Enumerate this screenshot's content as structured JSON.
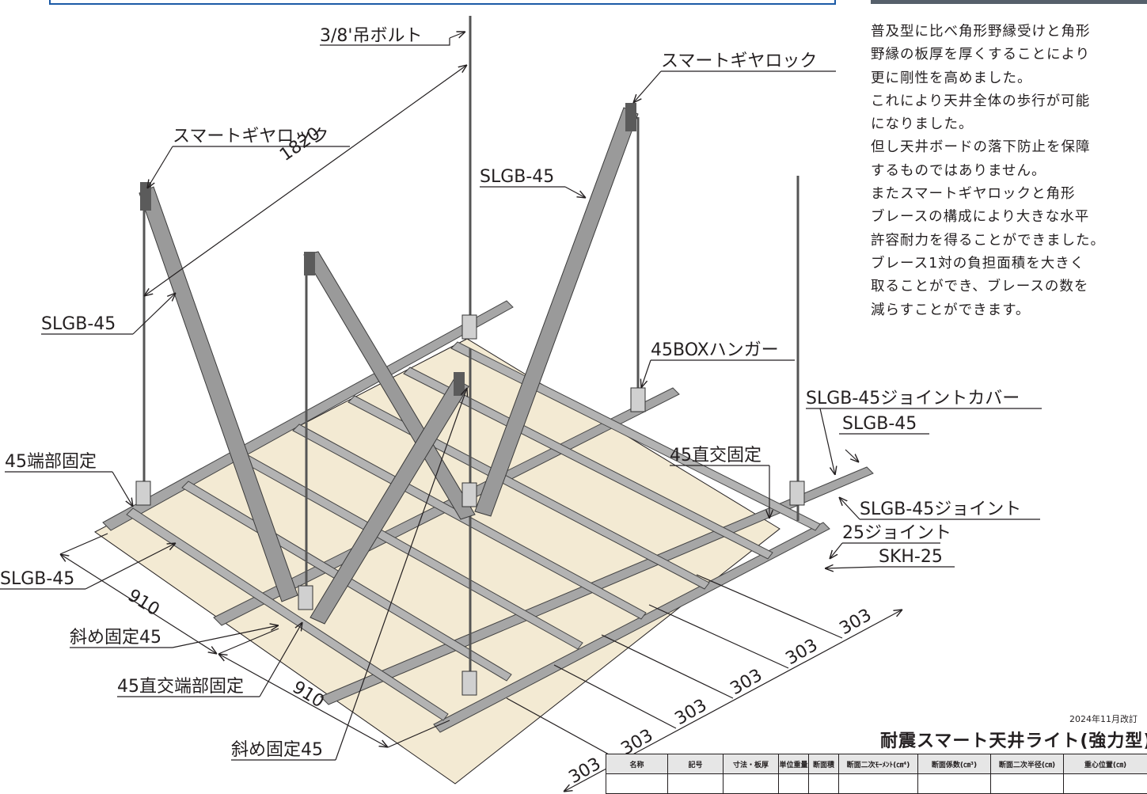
{
  "labels": {
    "hanger_bolt": "3/8'吊ボルト",
    "gear_lock_right": "スマートギヤロック",
    "gear_lock_left": "スマートギヤロック",
    "slgb45_upper": "SLGB-45",
    "slgb45_left": "SLGB-45",
    "box_hanger": "45BOXハンガー",
    "joint_cover": "SLGB-45ジョイントカバー",
    "slgb45_right": "SLGB-45",
    "end_fix": "45端部固定",
    "cross_fix": "45直交固定",
    "joint": "SLGB-45ジョイント",
    "joint25": "25ジョイント",
    "skh25": "SKH-25",
    "slgb45_lower_left": "SLGB-45",
    "diag_fix_upper": "斜め固定45",
    "cross_end_fix": "45直交端部固定",
    "diag_fix_lower": "斜め固定45"
  },
  "dimensions": {
    "span_1820": "1820",
    "span_910_a": "910",
    "span_910_b": "910",
    "pitch": [
      "303",
      "303",
      "303",
      "303",
      "303",
      "303"
    ]
  },
  "description": [
    "普及型に比べ角形野縁受けと角形",
    "野縁の板厚を厚くすることにより",
    "更に剛性を高めました。",
    "これにより天井全体の歩行が可能",
    "になりました。",
    "但し天井ボードの落下防止を保障",
    "するものではありません。",
    "またスマートギヤロックと角形",
    "ブレースの構成により大きな水平",
    "許容耐力を得ることができました。",
    "ブレース1対の負担面積を大きく",
    "取ることができ、ブレースの数を",
    "減らすことができます。"
  ],
  "revision_date": "2024年11月改訂",
  "table_title": "耐震スマート天井ライト(強力型)",
  "table_headers": [
    "名称",
    "記号",
    "寸法・板厚",
    "単位重量",
    "断面積",
    "断面二次ﾓｰﾒﾝﾄ(㎝⁴)",
    "断面係数(㎝³)",
    "断面二次半径(㎝)",
    "重心位置(㎝)"
  ],
  "colors": {
    "board": "#f3ead3",
    "steel": "#a6a6a6",
    "steel_dark": "#7d7d7d",
    "frame_blue": "#1b5aa6"
  }
}
